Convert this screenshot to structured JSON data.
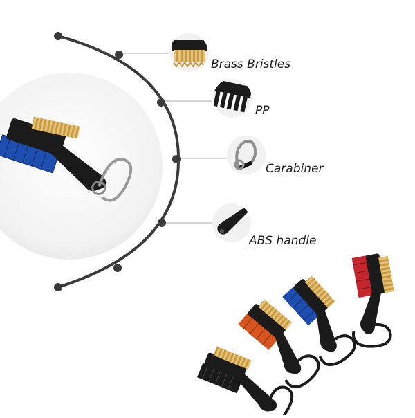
{
  "features": [
    {
      "label": "Brass Bristles",
      "icon": "brass-bristles-icon"
    },
    {
      "label": "PP",
      "icon": "pp-bristles-icon"
    },
    {
      "label": "Carabiner",
      "icon": "carabiner-icon"
    },
    {
      "label": "ABS handle",
      "icon": "abs-handle-icon"
    }
  ],
  "colors": {
    "brass": "#d9b15a",
    "blue": "#1e4fb0",
    "orange": "#d5541f",
    "red": "#c4262e",
    "handle": "#1b1b1b",
    "arc": "#3a3a3a",
    "leader": "#c8c8c8",
    "hero_bg": "#eeeeee"
  }
}
